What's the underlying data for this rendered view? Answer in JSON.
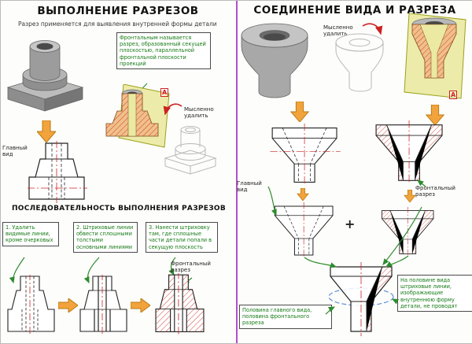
{
  "left": {
    "title": "ВЫПОЛНЕНИЕ РАЗРЕЗОВ",
    "subtitle": "Разрез применяется для выявления внутренней формы детали",
    "callout_frontal_definition": "Фронтальным называется разрез, образованный секущей плоскостью, параллельной фронтальной плоскости проекций",
    "label_main_view": "Главный вид",
    "label_mentally_remove": "Мысленно удалить",
    "plane_letter": "А",
    "sequence_title": "ПОСЛЕДОВАТЕЛЬНОСТЬ ВЫПОЛНЕНИЯ РАЗРЕЗОВ",
    "steps": [
      "1. Удалить видимые линии, кроме очерковых",
      "2. Штриховые линии обвести сплошными толстыми основными линиями",
      "3. Нанести штриховку там, где сплошные части детали попали в секущую плоскость"
    ],
    "label_frontal_section": "Фронтальный разрез"
  },
  "right": {
    "title": "СОЕДИНЕНИЕ ВИДА И РАЗРЕЗА",
    "label_mentally_remove": "Мысленно удалить",
    "label_main_view": "Главный вид",
    "label_frontal_section": "Фронтальный разрез",
    "plus_sign": "+",
    "plane_letter": "А",
    "callout_combined": "Половина главного вида, половина фронтального разреза",
    "callout_rule": "На половине вида штриховые линии, изображающие внутреннюю форму детали, не проводят"
  },
  "colors": {
    "accent_orange": "#f2a33c",
    "line_green": "#2e8b2e",
    "hatch_red": "#cc3322",
    "centerline_red": "#cc2222",
    "plane_yellow": "#ebe9a2",
    "divider_purple": "#b44fc8",
    "ghost_gray": "#b8b8b8",
    "metal_gray": "#a8a8a8",
    "blue_guide": "#4a7fd6",
    "text_green": "#157a15"
  }
}
